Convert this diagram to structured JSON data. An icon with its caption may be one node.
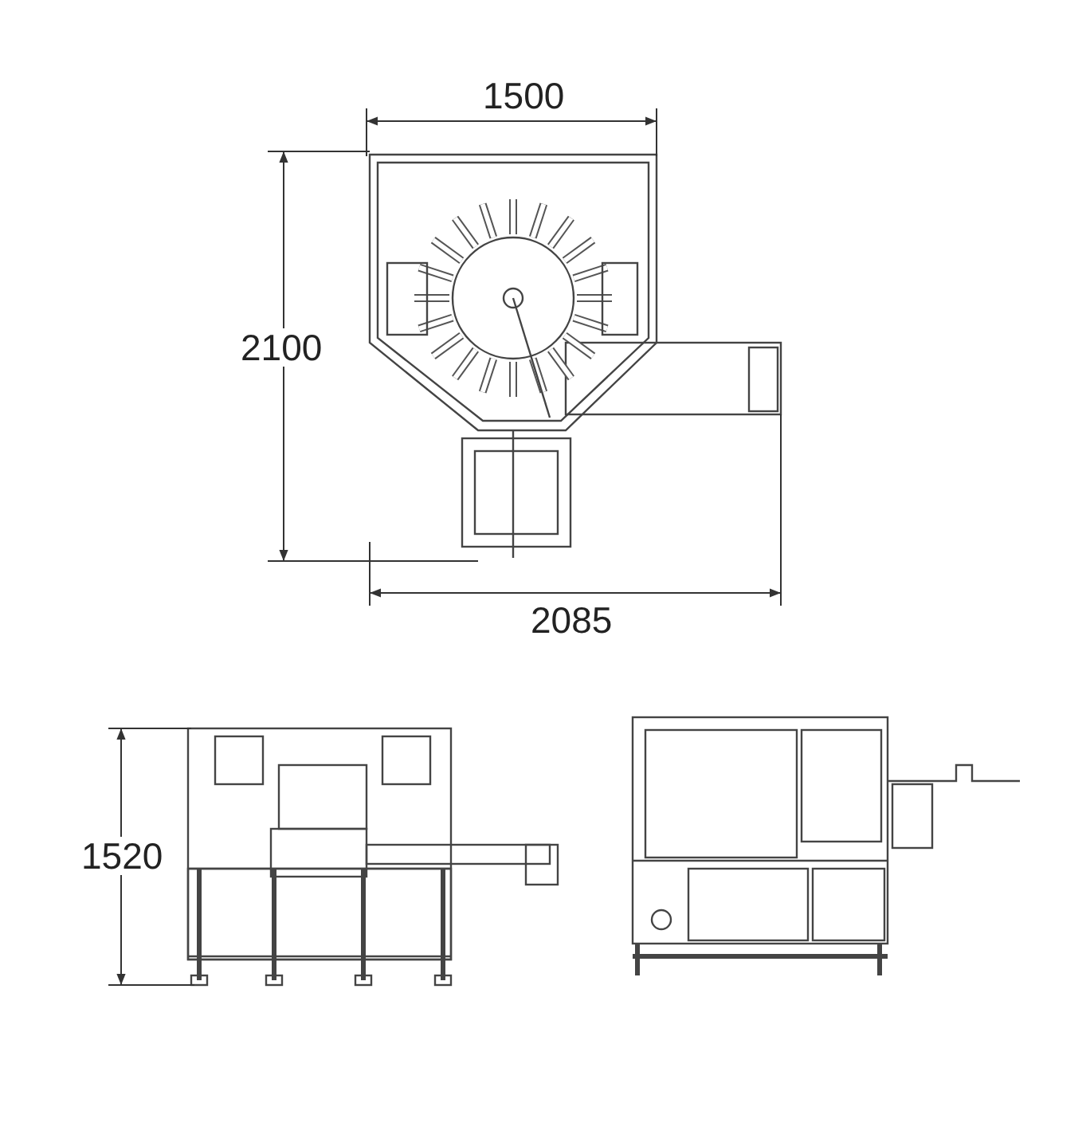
{
  "diagram": {
    "labels": [
      "1500",
      "2100",
      "2085",
      "1520"
    ]
  }
}
